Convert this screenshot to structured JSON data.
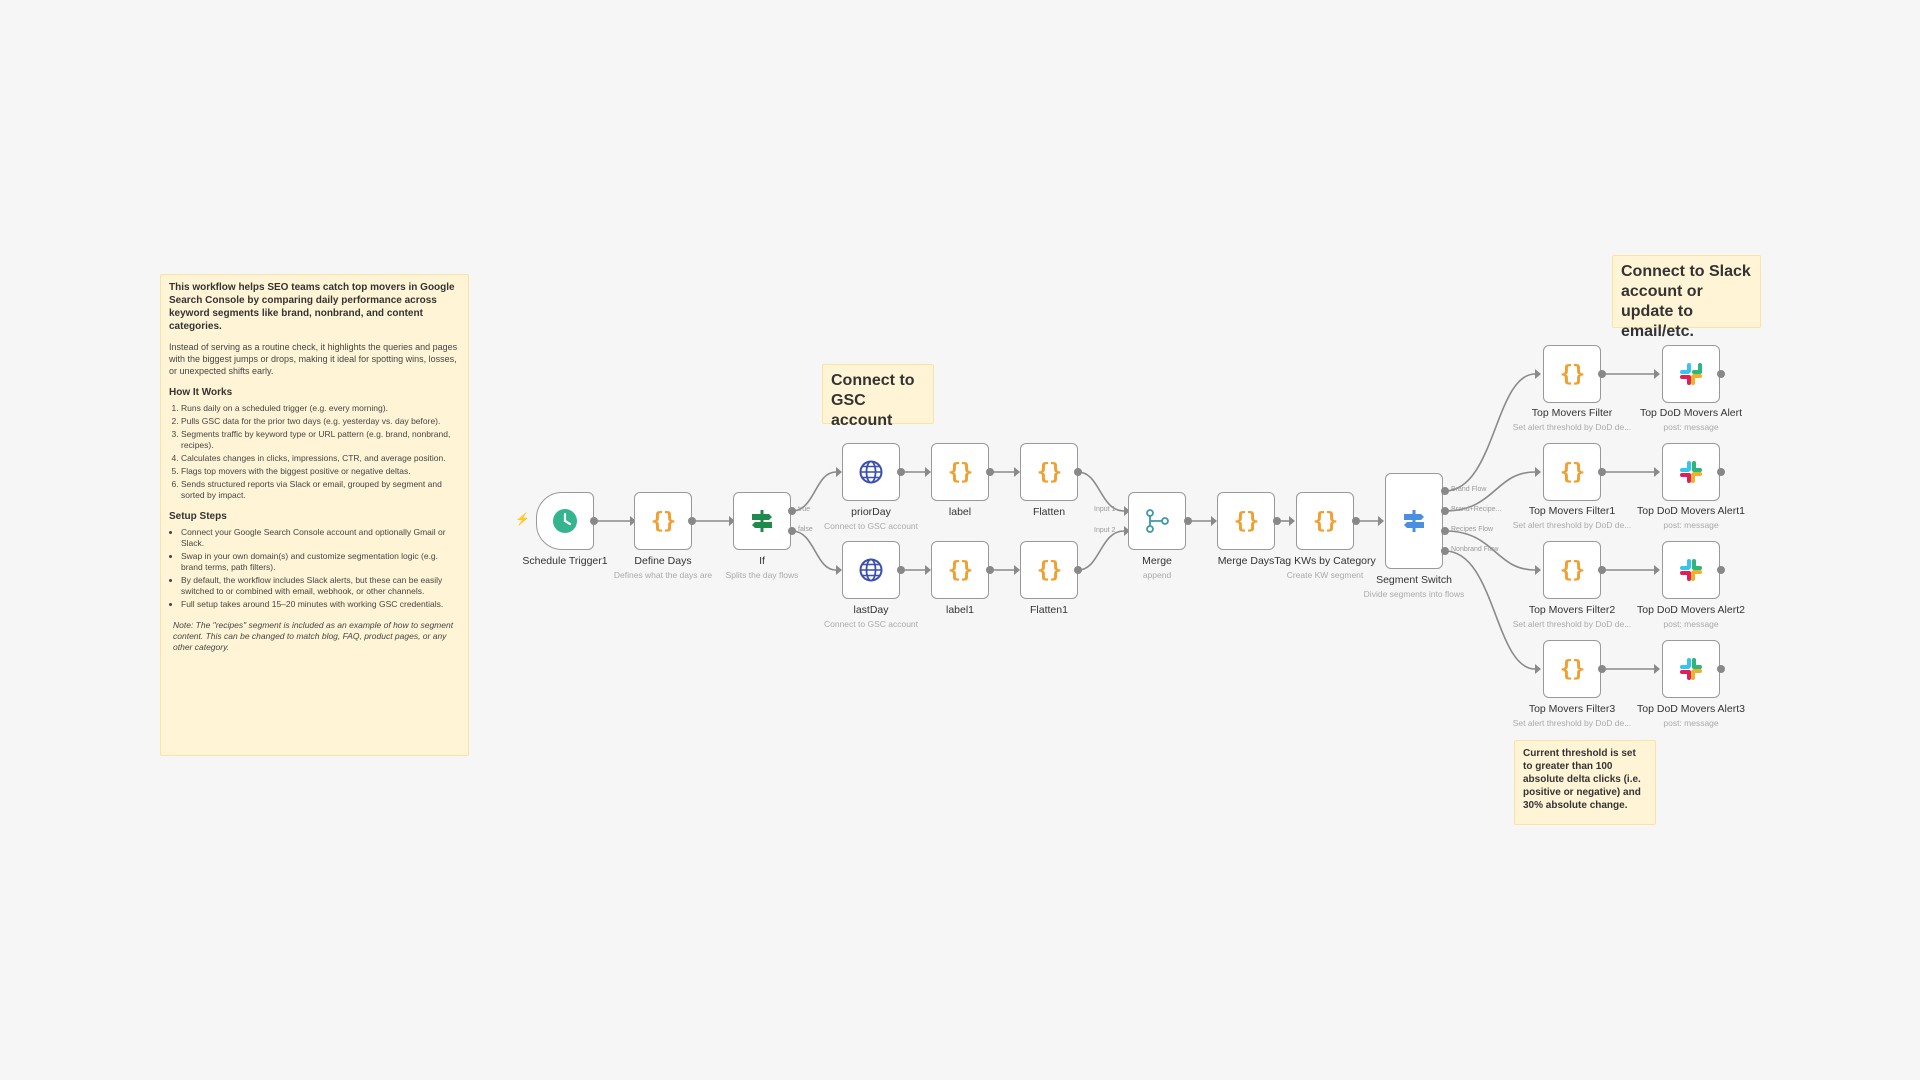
{
  "notes": {
    "intro": {
      "heading": "This workflow helps SEO teams catch top movers in Google Search Console by comparing daily performance across keyword segments like brand, nonbrand, and content categories.",
      "paragraph": "Instead of serving as a routine check, it highlights the queries and pages with the biggest jumps or drops, making it ideal for spotting wins, losses, or unexpected shifts early.",
      "how_title": "How It Works",
      "how_items": [
        "Runs daily on a scheduled trigger (e.g. every morning).",
        "Pulls GSC data for the prior two days (e.g. yesterday vs. day before).",
        "Segments traffic by keyword type or URL pattern (e.g. brand, nonbrand, recipes).",
        "Calculates changes in clicks, impressions, CTR, and average position.",
        "Flags top movers with the biggest positive or negative deltas.",
        "Sends structured reports via Slack or email, grouped by segment and sorted by impact."
      ],
      "setup_title": "Setup Steps",
      "setup_items": [
        "Connect your Google Search Console account and optionally Gmail or Slack.",
        "Swap in your own domain(s) and customize segmentation logic (e.g. brand terms, path filters).",
        "By default, the workflow includes Slack alerts, but these can be easily switched to or combined with email, webhook, or other channels.",
        "Full setup takes around 15–20 minutes with working GSC credentials."
      ],
      "note": "Note: The \"recipes\" segment is included as an example of how to segment content. This can be changed to match blog, FAQ, product pages, or any other category."
    },
    "gsc": "Connect to GSC account",
    "slack": "Connect to Slack account or update to email/etc.",
    "threshold": "Current threshold is set to greater than 100 absolute delta clicks (i.e. positive or negative) and 30% absolute change."
  },
  "nodes": {
    "schedule": {
      "label": "Schedule Trigger1",
      "sub": ""
    },
    "define_days": {
      "label": "Define Days",
      "sub": "Defines what the days are"
    },
    "if": {
      "label": "If",
      "sub": "Splits the day flows"
    },
    "prior_day": {
      "label": "priorDay",
      "sub": "Connect to GSC account"
    },
    "last_day": {
      "label": "lastDay",
      "sub": "Connect to GSC account"
    },
    "label": {
      "label": "label",
      "sub": ""
    },
    "label1": {
      "label": "label1",
      "sub": ""
    },
    "flatten": {
      "label": "Flatten",
      "sub": ""
    },
    "flatten1": {
      "label": "Flatten1",
      "sub": ""
    },
    "merge": {
      "label": "Merge",
      "sub": "append"
    },
    "merge_days": {
      "label": "Merge Days",
      "sub": ""
    },
    "tag_kws": {
      "label": "Tag KWs by Category",
      "sub": "Create KW segment"
    },
    "segment_switch": {
      "label": "Segment Switch",
      "sub": "Divide segments into flows"
    },
    "filters": [
      {
        "label": "Top Movers Filter",
        "sub": "Set alert threshold by DoD de..."
      },
      {
        "label": "Top Movers Filter1",
        "sub": "Set alert threshold by DoD de..."
      },
      {
        "label": "Top Movers Filter2",
        "sub": "Set alert threshold by DoD de..."
      },
      {
        "label": "Top Movers Filter3",
        "sub": "Set alert threshold by DoD de..."
      }
    ],
    "alerts": [
      {
        "label": "Top DoD Movers Alert",
        "sub": "post: message"
      },
      {
        "label": "Top DoD Movers Alert1",
        "sub": "post: message"
      },
      {
        "label": "Top DoD Movers Alert2",
        "sub": "post: message"
      },
      {
        "label": "Top DoD Movers Alert3",
        "sub": "post: message"
      }
    ]
  },
  "edge_labels": {
    "if_true": "true",
    "if_false": "false",
    "merge_in1": "Input 1",
    "merge_in2": "Input 2",
    "switch_out": [
      "Brand Flow",
      "Brand+Recipe...",
      "Recipes Flow",
      "Nonbrand Flow"
    ]
  },
  "colors": {
    "canvas": "#f6f6f6",
    "sticky": "#fff5d6",
    "code_braces": "#f0a030",
    "clock": "#35b58f",
    "if_icon": "#1f8a4c",
    "http_icon": "#3a4fb0",
    "merge_icon": "#3b9aa8",
    "switch_icon": "#4a8fe0"
  }
}
